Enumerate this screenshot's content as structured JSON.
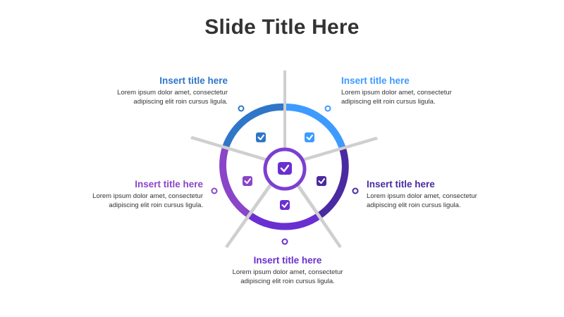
{
  "slide": {
    "title": "Slide Title Here"
  },
  "colors": {
    "blue_dark": "#2f76c8",
    "blue_light": "#3d9bff",
    "purple_mid": "#8a45c9",
    "purple_dark": "#4a2aa0",
    "violet": "#6a2fd1",
    "spoke_gray": "#c8c8c8"
  },
  "items": [
    {
      "title": "Insert title here",
      "text_line1": "Lorem ipsum dolor amet, consectetur",
      "text_line2": "adipiscing elit roin cursus ligula."
    },
    {
      "title": "Insert title here",
      "text_line1": "Lorem ipsum dolor amet, consectetur",
      "text_line2": "adipiscing elit roin cursus ligula."
    },
    {
      "title": "Insert title here",
      "text_line1": "Lorem ipsum dolor amet, consectetur",
      "text_line2": "adipiscing elit roin cursus ligula."
    },
    {
      "title": "Insert title here",
      "text_line1": "Lorem ipsum dolor amet, consectetur",
      "text_line2": "adipiscing elit roin cursus ligula."
    },
    {
      "title": "Insert title here",
      "text_line1": "Lorem ipsum dolor amet, consectetur",
      "text_line2": "adipiscing elit roin cursus ligula."
    }
  ],
  "icons": {
    "segment": "check-icon",
    "center": "check-icon",
    "marker": "ring-icon"
  }
}
